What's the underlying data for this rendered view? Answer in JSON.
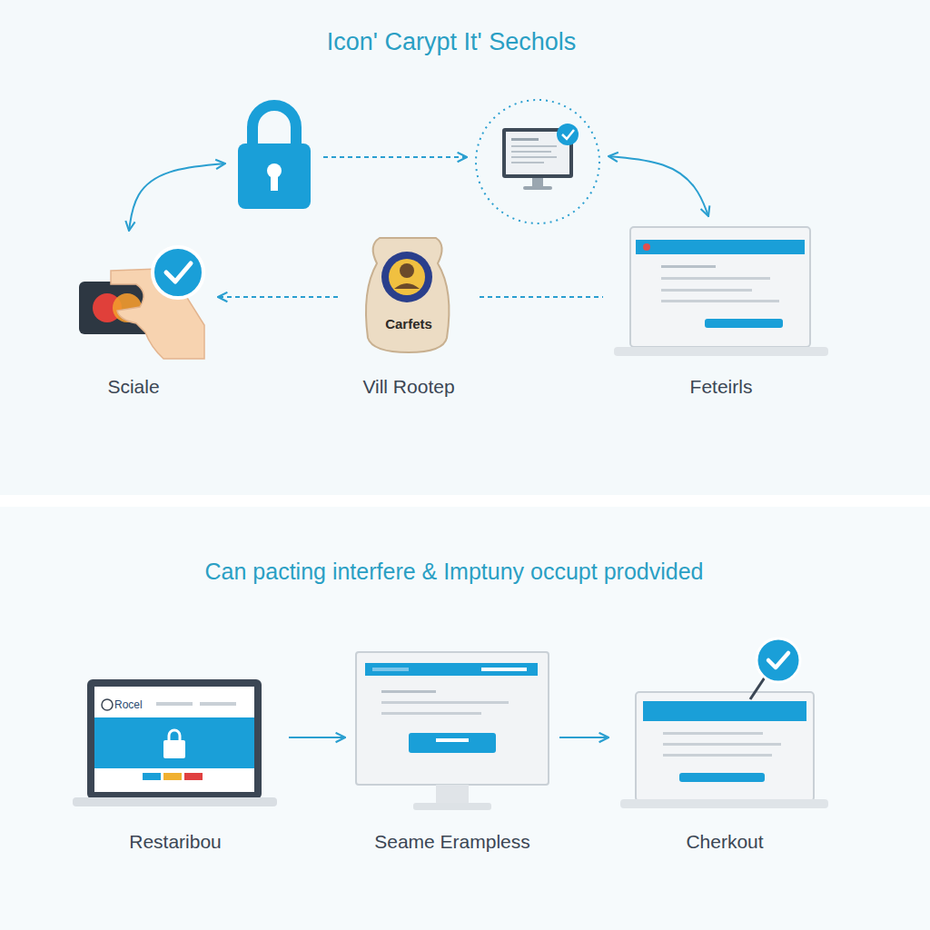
{
  "diagram": {
    "title": "Icon' Carypt It' Sechols",
    "nodes": [
      {
        "text": []
      },
      {
        "text": []
      },
      {
        "text": [
          "Sciale"
        ]
      },
      {
        "text": [
          "Carfets",
          "Vill Rootep"
        ]
      },
      {
        "text": [
          "Feteirls"
        ]
      },
      {
        "text": [
          "Rocel",
          "Restaribou"
        ]
      },
      {
        "text": [
          "Seame Erampless"
        ]
      },
      {
        "text": [
          "Cherkout"
        ]
      }
    ],
    "edges": [
      {
        "from": 0,
        "to": 1,
        "arrow": "to"
      },
      {
        "from": 1,
        "to": 4,
        "arrow": "both"
      },
      {
        "from": 3,
        "to": 4,
        "arrow": "none"
      },
      {
        "from": 3,
        "to": 2,
        "arrow": "to"
      },
      {
        "from": 2,
        "to": 0,
        "arrow": "both"
      },
      {
        "from": 5,
        "to": 6,
        "arrow": "to"
      },
      {
        "from": 6,
        "to": 7,
        "arrow": "to"
      }
    ],
    "labels": [
      "Can pacting interfere & Imptuny occupt prodvided"
    ]
  }
}
